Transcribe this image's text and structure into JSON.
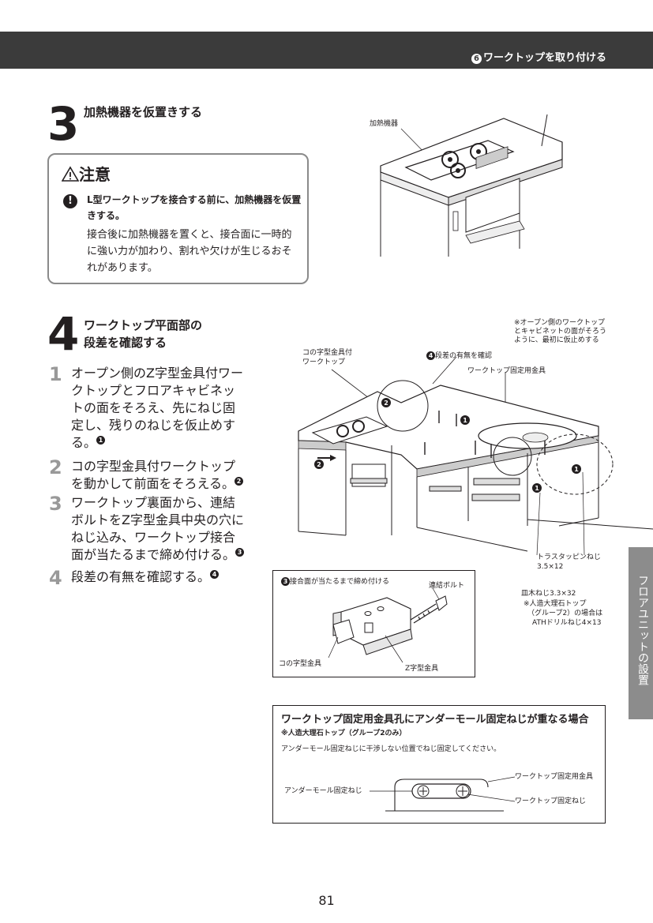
{
  "header": {
    "badge": "6",
    "title": "ワークトップを取り付ける"
  },
  "step3": {
    "number": "3",
    "title": "加熱機器を仮置きする",
    "figure_label": "加熱機器",
    "caution": {
      "title": "注意",
      "bold": "L型ワークトップを接合する前に、加熱機器を仮置きする。",
      "body": "接合後に加熱機器を置くと、接合面に一時的に強い力が加わり、割れや欠けが生じるおそれがあります。"
    }
  },
  "step4": {
    "number": "4",
    "title_line1": "ワークトップ平面部の",
    "title_line2": "段差を確認する",
    "items": [
      {
        "num": "1",
        "text": "オープン側のZ字型金具付ワークトップとフロアキャビネットの面をそろえ、先にねじ固定し、残りのねじを仮止めする。",
        "ref": "1"
      },
      {
        "num": "2",
        "text": "コの字型金具付ワークトップを動かして前面をそろえる。",
        "ref": "2"
      },
      {
        "num": "3",
        "text": "ワークトップ裏面から、連結ボルトをZ字型金具中央の穴にねじ込み、ワークトップ接合面が当たるまで締め付ける。",
        "ref": "3"
      },
      {
        "num": "4",
        "text": "段差の有無を確認する。",
        "ref": "4"
      }
    ]
  },
  "diagram": {
    "note_open_side": "※オープン側のワークトップとキャビネットの面がそろうように、最初に仮止めする",
    "label_ko_worktop_1": "コの字型金具付",
    "label_ko_worktop_2": "ワークトップ",
    "label_step_check": "段差の有無を確認",
    "label_fixing_bracket": "ワークトップ固定用金具",
    "label_truss_screw_1": "トラスタッピンねじ",
    "label_truss_screw_2": "3.5×12",
    "label_flat_screw_1": "皿木ねじ3.3×32",
    "label_flat_screw_2": "※人造大理石トップ",
    "label_flat_screw_3": "（グループ2）の場合は",
    "label_flat_screw_4": "ATHドリルねじ4×13",
    "markers": [
      "1",
      "2",
      "4"
    ]
  },
  "detail_box": {
    "title": "接合面が当たるまで締め付ける",
    "title_ref": "3",
    "label_bolt": "連結ボルト",
    "label_ko": "コの字型金具",
    "label_z": "Z字型金具"
  },
  "info_box": {
    "title": "ワークトップ固定用金具孔にアンダーモール固定ねじが重なる場合",
    "subtitle": "※人造大理石トップ（グループ2のみ）",
    "note": "アンダーモール固定ねじに干渉しない位置でねじ固定してください。",
    "label_under_screw": "アンダーモール固定ねじ",
    "label_bracket": "ワークトップ固定用金具",
    "label_worktop_screw": "ワークトップ固定ねじ"
  },
  "side_tab": "フロアユニットの設置",
  "page_number": "81"
}
